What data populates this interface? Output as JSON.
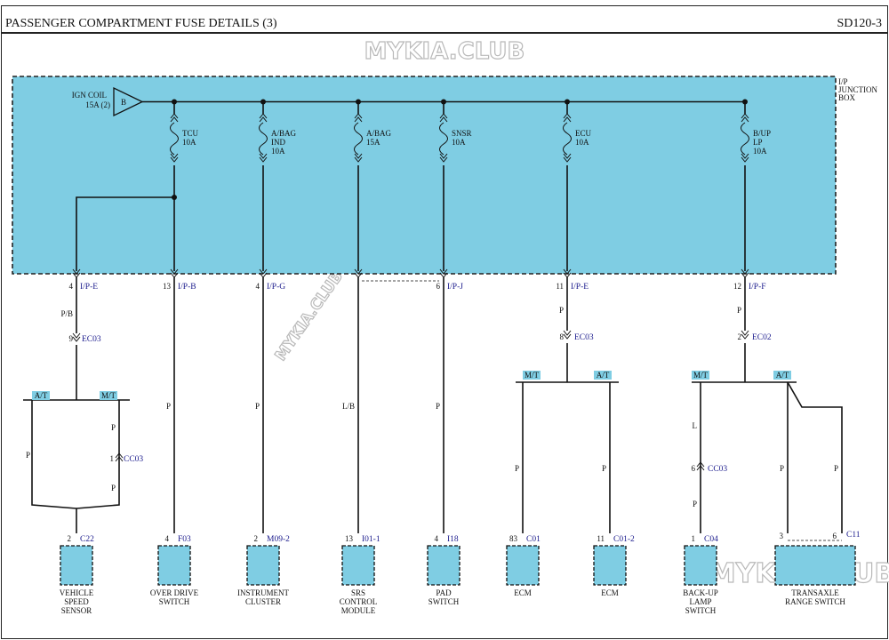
{
  "header": {
    "title": "PASSENGER COMPARTMENT FUSE DETAILS (3)",
    "code": "SD120-3"
  },
  "watermark": "MYKIA.CLUB",
  "junction_box": {
    "line1": "I/P",
    "line2": "JUNCTION",
    "line3": "BOX"
  },
  "source": {
    "line1": "IGN COIL",
    "line2": "15A (2)",
    "pin": "B"
  },
  "fuses": [
    {
      "line1": "TCU",
      "line2": "10A",
      "line3": ""
    },
    {
      "line1": "A/BAG",
      "line2": "IND",
      "line3": "10A"
    },
    {
      "line1": "A/BAG",
      "line2": "15A",
      "line3": ""
    },
    {
      "line1": "SNSR",
      "line2": "10A",
      "line3": ""
    },
    {
      "line1": "ECU",
      "line2": "10A",
      "line3": ""
    },
    {
      "line1": "B/UP",
      "line2": "LP",
      "line3": "10A"
    }
  ],
  "outputs": [
    {
      "pin": "4",
      "conn": "I/P-E"
    },
    {
      "pin": "13",
      "conn": "I/P-B"
    },
    {
      "pin": "4",
      "conn": "I/P-G"
    },
    {
      "pin": "6",
      "conn": "I/P-J"
    },
    {
      "pin": "11",
      "conn": "I/P-E"
    },
    {
      "pin": "12",
      "conn": "I/P-F"
    }
  ],
  "inline_connectors": [
    {
      "pin": "9",
      "conn": "EC03"
    },
    {
      "pin": "1",
      "conn": "CC03"
    },
    {
      "pin": "8",
      "conn": "EC03"
    },
    {
      "pin": "2",
      "conn": "EC02"
    },
    {
      "pin": "6",
      "conn": "CC03"
    }
  ],
  "wire_colors": [
    "P/B",
    "P",
    "P",
    "P",
    "P",
    "P",
    "L/B",
    "P",
    "P",
    "P",
    "P",
    "P",
    "L",
    "P",
    "P",
    "P"
  ],
  "option_labels": [
    "A/T",
    "M/T",
    "M/T",
    "A/T",
    "M/T",
    "A/T"
  ],
  "components": [
    {
      "pin": "2",
      "conn": "C22",
      "line1": "VEHICLE",
      "line2": "SPEED",
      "line3": "SENSOR"
    },
    {
      "pin": "4",
      "conn": "F03",
      "line1": "OVER DRIVE",
      "line2": "SWITCH",
      "line3": ""
    },
    {
      "pin": "2",
      "conn": "M09-2",
      "line1": "INSTRUMENT",
      "line2": "CLUSTER",
      "line3": ""
    },
    {
      "pin": "13",
      "conn": "I01-1",
      "line1": "SRS",
      "line2": "CONTROL",
      "line3": "MODULE"
    },
    {
      "pin": "4",
      "conn": "I18",
      "line1": "PAD",
      "line2": "SWITCH",
      "line3": ""
    },
    {
      "pin": "83",
      "conn": "C01",
      "line1": "ECM",
      "line2": "",
      "line3": ""
    },
    {
      "pin": "11",
      "conn": "C01-2",
      "line1": "ECM",
      "line2": "",
      "line3": ""
    },
    {
      "pin": "1",
      "conn": "C04",
      "line1": "BACK-UP",
      "line2": "LAMP",
      "line3": "SWITCH"
    },
    {
      "pin": "3",
      "pin2": "6",
      "conn": "C11",
      "line1": "TRANSAXLE",
      "line2": "RANGE SWITCH",
      "line3": ""
    }
  ]
}
